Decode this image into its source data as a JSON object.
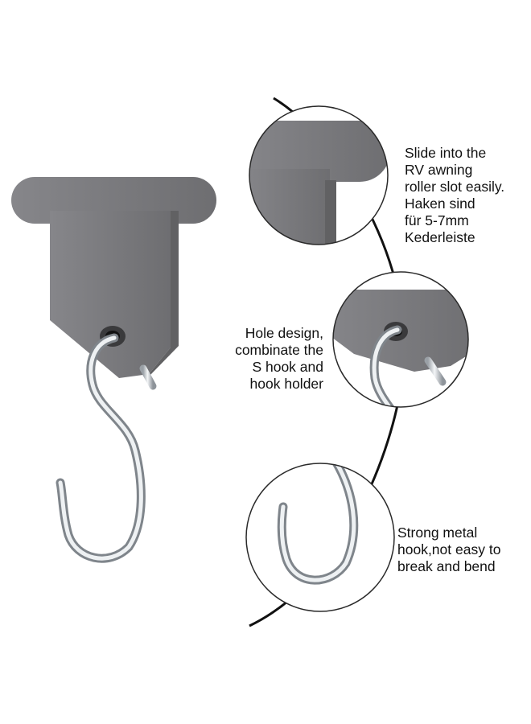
{
  "colors": {
    "plastic": "#7b7b7d",
    "plastic_dark": "#616163",
    "metal": "#c9cdd1",
    "metal_highlight": "#f4f6f8",
    "arc": "#111111",
    "circle_outline": "#2a2a2a",
    "text": "#111111"
  },
  "product": {
    "holder_icon": "awning-hook-holder",
    "hook_icon": "s-hook"
  },
  "callouts": [
    {
      "detail": "slot-tab-detail",
      "lines": [
        "Slide into the",
        "RV awning",
        "roller slot easily.",
        "Haken sind",
        "für 5-7mm",
        "Kederleiste"
      ]
    },
    {
      "detail": "hole-detail",
      "lines": [
        "Hole design,",
        "combinate the",
        "S hook and",
        "hook holder"
      ]
    },
    {
      "detail": "hook-detail",
      "lines": [
        "Strong metal",
        "hook,not easy to",
        "break and bend"
      ]
    }
  ]
}
